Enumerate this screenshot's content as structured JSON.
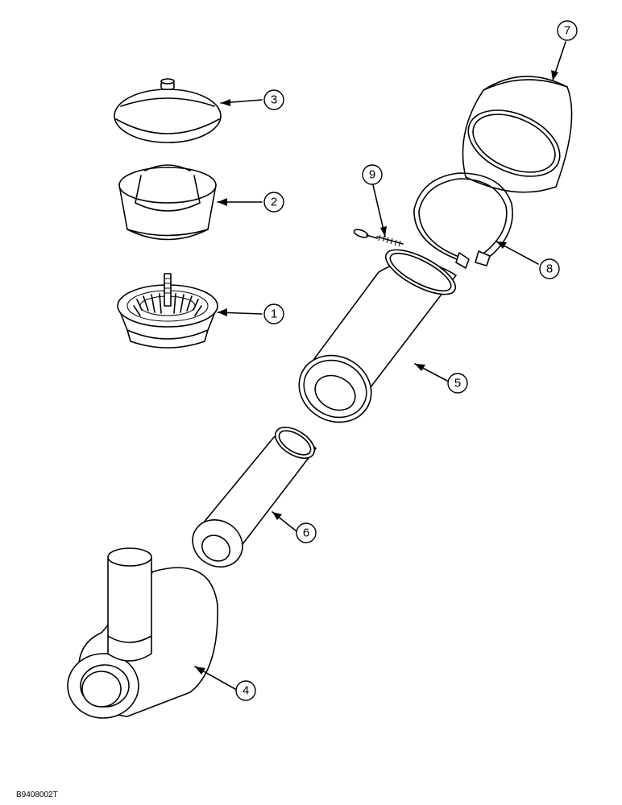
{
  "callouts": [
    {
      "id": "c1",
      "label": "1",
      "part_icon": "filter-bowl-base-icon"
    },
    {
      "id": "c2",
      "label": "2",
      "part_icon": "precleaner-bowl-icon"
    },
    {
      "id": "c3",
      "label": "3",
      "part_icon": "precleaner-cap-icon"
    },
    {
      "id": "c4",
      "label": "4",
      "part_icon": "air-cleaner-housing-icon"
    },
    {
      "id": "c5",
      "label": "5",
      "part_icon": "primary-filter-element-icon"
    },
    {
      "id": "c6",
      "label": "6",
      "part_icon": "secondary-filter-element-icon"
    },
    {
      "id": "c7",
      "label": "7",
      "part_icon": "end-cover-icon"
    },
    {
      "id": "c8",
      "label": "8",
      "part_icon": "clamp-ring-icon"
    },
    {
      "id": "c9",
      "label": "9",
      "part_icon": "wing-bolt-icon"
    }
  ],
  "figure_code": "B9408002T",
  "line_color": "#000000",
  "background_color": "#ffffff"
}
